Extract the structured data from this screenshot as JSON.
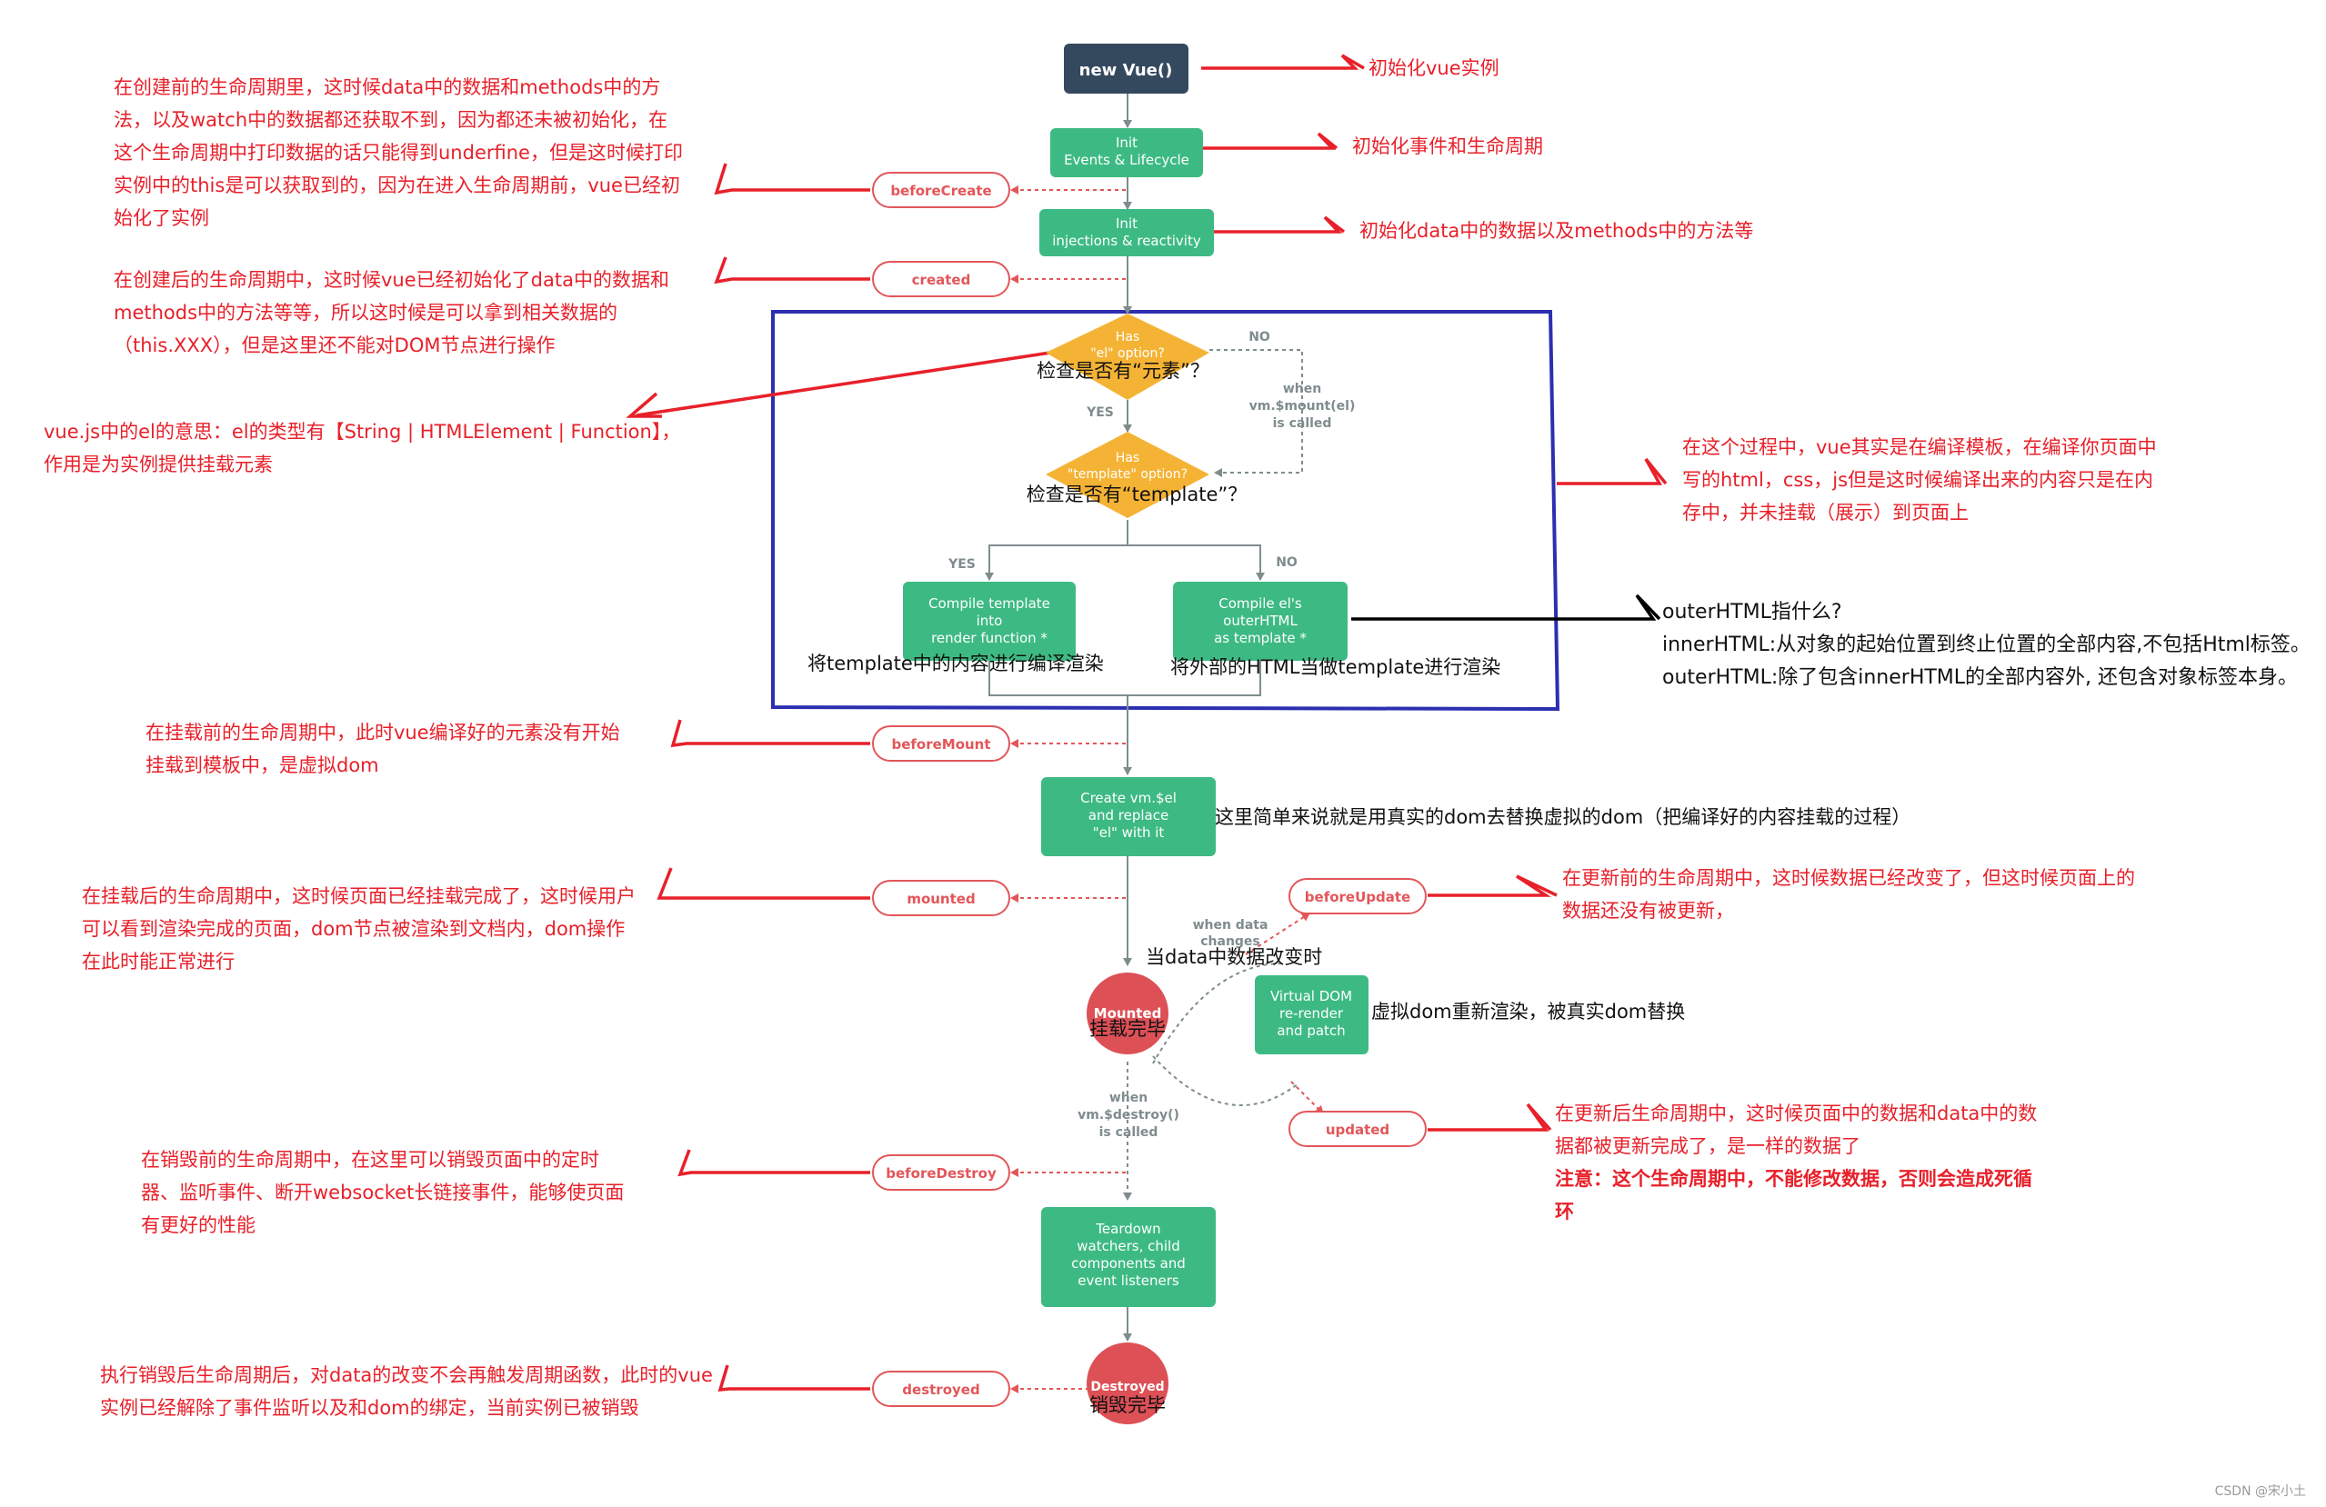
{
  "nodes": {
    "new_vue": "new Vue()",
    "init_events": [
      "Init",
      "Events & Lifecycle"
    ],
    "init_injections": [
      "Init",
      "injections & reactivity"
    ],
    "has_el": [
      "Has",
      "\"el\" option?"
    ],
    "has_template": [
      "Has",
      "\"template\" option?"
    ],
    "compile_template": [
      "Compile template",
      "into",
      "render function *"
    ],
    "compile_el": [
      "Compile el's",
      "outerHTML",
      "as template *"
    ],
    "create_vm": [
      "Create vm.$el",
      "and replace",
      "\"el\" with it"
    ],
    "mounted_circle": "Mounted",
    "virtual_dom": [
      "Virtual DOM",
      "re-render",
      "and patch"
    ],
    "teardown": [
      "Teardown",
      "watchers, child",
      "components and",
      "event listeners"
    ],
    "destroyed_circle": "Destroyed"
  },
  "hooks": {
    "before_create": "beforeCreate",
    "created": "created",
    "before_mount": "beforeMount",
    "mounted": "mounted",
    "before_update": "beforeUpdate",
    "updated": "updated",
    "before_destroy": "beforeDestroy",
    "destroyed": "destroyed"
  },
  "edge_labels": {
    "no_el": "NO",
    "when_mount": [
      "when",
      "vm.$mount(el)",
      "is called"
    ],
    "yes_el": "YES",
    "yes_template": "YES",
    "no_template": "NO",
    "when_data": [
      "when data",
      "changes"
    ],
    "when_destroy": [
      "when",
      "vm.$destroy()",
      "is called"
    ]
  },
  "overlay_labels": {
    "check_el": "检查是否有“元素”？",
    "check_template": "检查是否有“template”？",
    "compile_template_cn": "将template中的内容进行编译渲染",
    "compile_el_cn": "将外部的HTML当做template进行渲染",
    "replace_dom_cn": "这里简单来说就是用真实的dom去替换虚拟的dom（把编译好的内容挂载的过程）",
    "data_change_cn": "当data中数据改变时",
    "mounted_cn": "挂载完毕",
    "rerender_cn": "虚拟dom重新渲染，被真实dom替换",
    "destroyed_cn": "销毁完毕"
  },
  "annotations": {
    "new_vue_note": "初始化vue实例",
    "events_note": "初始化事件和生命周期",
    "injections_note": "初始化data中的数据以及methods中的方法等",
    "before_create_note": [
      "在创建前的生命周期里，这时候data中的数据和methods中的方",
      "法，以及watch中的数据都还获取不到，因为都还未被初始化，在",
      "这个生命周期中打印数据的话只能得到underfine，但是这时候打印",
      "实例中的this是可以获取到的，因为在进入生命周期前，vue已经初",
      "始化了实例"
    ],
    "created_note": [
      "在创建后的生命周期中，这时候vue已经初始化了data中的数据和",
      "methods中的方法等等，所以这时候是可以拿到相关数据的",
      "（this.XXX），但是这里还不能对DOM节点进行操作"
    ],
    "el_note": [
      "vue.js中的el的意思：el的类型有【String | HTMLElement | Function】，",
      "作用是为实例提供挂载元素"
    ],
    "compile_note": [
      "在这个过程中，vue其实是在编译模板，在编译你页面中",
      "写的html，css，js但是这时候编译出来的内容只是在内",
      "存中，并未挂载（展示）到页面上"
    ],
    "outer_html_note": [
      "outerHTML指什么?",
      "innerHTML:从对象的起始位置到终止位置的全部内容,不包括Html标签。",
      "outerHTML:除了包含innerHTML的全部内容外, 还包含对象标签本身。"
    ],
    "before_mount_note": [
      "在挂载前的生命周期中，此时vue编译好的元素没有开始",
      "挂载到模板中，是虚拟dom"
    ],
    "mounted_note": [
      "在挂载后的生命周期中，这时候页面已经挂载完成了，这时候用户",
      "可以看到渲染完成的页面，dom节点被渲染到文档内，dom操作",
      "在此时能正常进行"
    ],
    "before_update_note": [
      "在更新前的生命周期中，这时候数据已经改变了，但这时候页面上的",
      "数据还没有被更新，"
    ],
    "updated_note": [
      "在更新后生命周期中，这时候页面中的数据和data中的数",
      "据都被更新完成了，是一样的数据了"
    ],
    "updated_warning": [
      "注意：这个生命周期中，不能修改数据，否则会造成死循",
      "环"
    ],
    "before_destroy_note": [
      "在销毁前的生命周期中，在这里可以销毁页面中的定时",
      "器、监听事件、断开websocket长链接事件，能够使页面",
      "有更好的性能"
    ],
    "destroyed_note": [
      "执行销毁后生命周期后，对data的改变不会再触发周期函数，此时的vue",
      "实例已经解除了事件监听以及和dom的绑定，当前实例已被销毁"
    ]
  },
  "watermark": "CSDN @宋小土",
  "colors": {
    "dark_node": "#34495e",
    "green_node": "#3dba83",
    "orange_diamond": "#f5b335",
    "red_circle": "#dc5056",
    "hook_text": "#e25659",
    "annotation_red": "#e8202a",
    "frame_blue": "#2c2fb0",
    "line_grey": "#7f8c8d"
  }
}
